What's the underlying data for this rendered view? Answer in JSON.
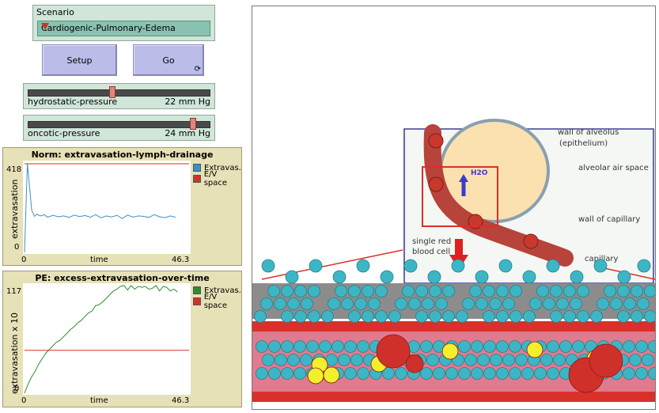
{
  "chooser": {
    "label": "Scenario",
    "value": "Cardiogenic-Pulmonary-Edema"
  },
  "buttons": {
    "setup": "Setup",
    "go": "Go",
    "go_forever_glyph": "⟳"
  },
  "sliders": [
    {
      "name": "hydrostatic-pressure",
      "value": "22 mm Hg",
      "level": 0.46
    },
    {
      "name": "oncotic-pressure",
      "value": "24 mm Hg",
      "level": 0.92
    }
  ],
  "plots": [
    {
      "title": "Norm: extravasation-lymph-drainage",
      "ylabel": "extravasation",
      "xlabel": "time",
      "ymax_label": "418",
      "ymin_label": "0",
      "xmin_label": "0",
      "xmax_label": "46.3",
      "legend": [
        "Extravas.",
        "E/V space"
      ]
    },
    {
      "title": "PE: excess-extravasation-over-time",
      "ylabel": "extravasation x 10",
      "xlabel": "time",
      "ymax_label": "117",
      "ymin_label": "0",
      "xmin_label": "0",
      "xmax_label": "46.3",
      "legend": [
        "Extravas.",
        "E/V space"
      ]
    }
  ],
  "chart_data": [
    {
      "type": "line",
      "title": "Norm: extravasation-lymph-drainage",
      "xlabel": "time",
      "ylabel": "extravasation",
      "xlim": [
        0,
        46.3
      ],
      "ylim": [
        0,
        418
      ],
      "series": [
        {
          "name": "Extravas.",
          "color": "#3e8fc7",
          "x": [
            0,
            0.8,
            1.3,
            2,
            2.8,
            3.5,
            4.5,
            5.5,
            6.5,
            8,
            9.5,
            11,
            12.5,
            14,
            15.5,
            17,
            18.5,
            20,
            21.5,
            23,
            24.5,
            26,
            27.5,
            29,
            30.5,
            32,
            33.5,
            35,
            36.5,
            38,
            39.5,
            41,
            42.5
          ],
          "y": [
            0,
            418,
            330,
            200,
            170,
            180,
            172,
            178,
            166,
            175,
            168,
            172,
            165,
            176,
            169,
            174,
            166,
            178,
            163,
            172,
            167,
            175,
            160,
            176,
            166,
            172,
            170,
            165,
            178,
            168,
            164,
            172,
            166
          ]
        },
        {
          "name": "E/V space",
          "color": "#d73027",
          "x": [
            0,
            46.3
          ],
          "y": [
            418,
            418
          ]
        }
      ],
      "legend": "right"
    },
    {
      "type": "line",
      "title": "PE: excess-extravasation-over-time",
      "xlabel": "time",
      "ylabel": "extravasation x 10",
      "xlim": [
        0,
        46.3
      ],
      "ylim": [
        0,
        117
      ],
      "series": [
        {
          "name": "Extravas.",
          "color": "#2e8b2e",
          "x": [
            0,
            1,
            2,
            3,
            4,
            5,
            6,
            7,
            8,
            9,
            10,
            11,
            12,
            13,
            14,
            15,
            16,
            17,
            18,
            19,
            20,
            21,
            22,
            23,
            24,
            25,
            26,
            27,
            28,
            29,
            30,
            31,
            32,
            33,
            34,
            35,
            36,
            37,
            38,
            39,
            40,
            41,
            42,
            43
          ],
          "y": [
            0,
            10,
            18,
            24,
            32,
            38,
            44,
            48,
            52,
            56,
            58,
            62,
            66,
            70,
            73,
            77,
            80,
            84,
            88,
            90,
            96,
            97,
            100,
            104,
            108,
            112,
            114,
            117,
            118,
            113,
            118,
            114,
            117,
            116,
            117,
            114,
            115,
            118,
            112,
            117,
            116,
            112,
            114,
            111
          ]
        },
        {
          "name": "E/V space",
          "color": "#d73027",
          "x": [
            0,
            46.3
          ],
          "y": [
            47,
            47
          ]
        }
      ],
      "legend": "right"
    }
  ],
  "view": {
    "inset_labels": {
      "wall_alveolus": "wall of alveolus",
      "epithelium": "(epithelium)",
      "air_space": "alveolar air space",
      "wall_capillary": "wall of capillary",
      "rbc_line1": "single red",
      "rbc_line2": "blood cell",
      "capillary": "capillary",
      "h2o": "H2O"
    },
    "colors": {
      "cell": "#3cb6c4",
      "tissue": "#8c8c8c",
      "vessel_wall": "#d9302a",
      "plasma": "#e07a8f",
      "rbc": "#d0302a",
      "protein": "#f3ef2c"
    }
  }
}
